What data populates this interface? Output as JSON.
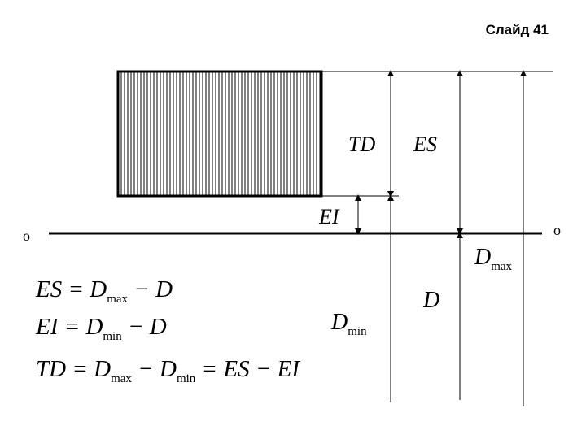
{
  "slide_label": "Слайд 41",
  "zero_line_label_left": "o",
  "zero_line_label_right": "o",
  "labels": {
    "td": "TD",
    "es": "ES",
    "ei": "EI",
    "d_max_base": "D",
    "d_max_sub": "max",
    "d": "D",
    "d_min_base": "D",
    "d_min_sub": "min"
  },
  "formulas": {
    "f1": {
      "a": "ES = D",
      "sub": "max",
      "b": " − D"
    },
    "f2": {
      "a": "EI = D",
      "sub": "min",
      "b": " − D"
    },
    "f3": {
      "a": "TD = D",
      "sub1": "max",
      "b": " − D",
      "sub2": "min",
      "c": " = ES − EI"
    }
  }
}
